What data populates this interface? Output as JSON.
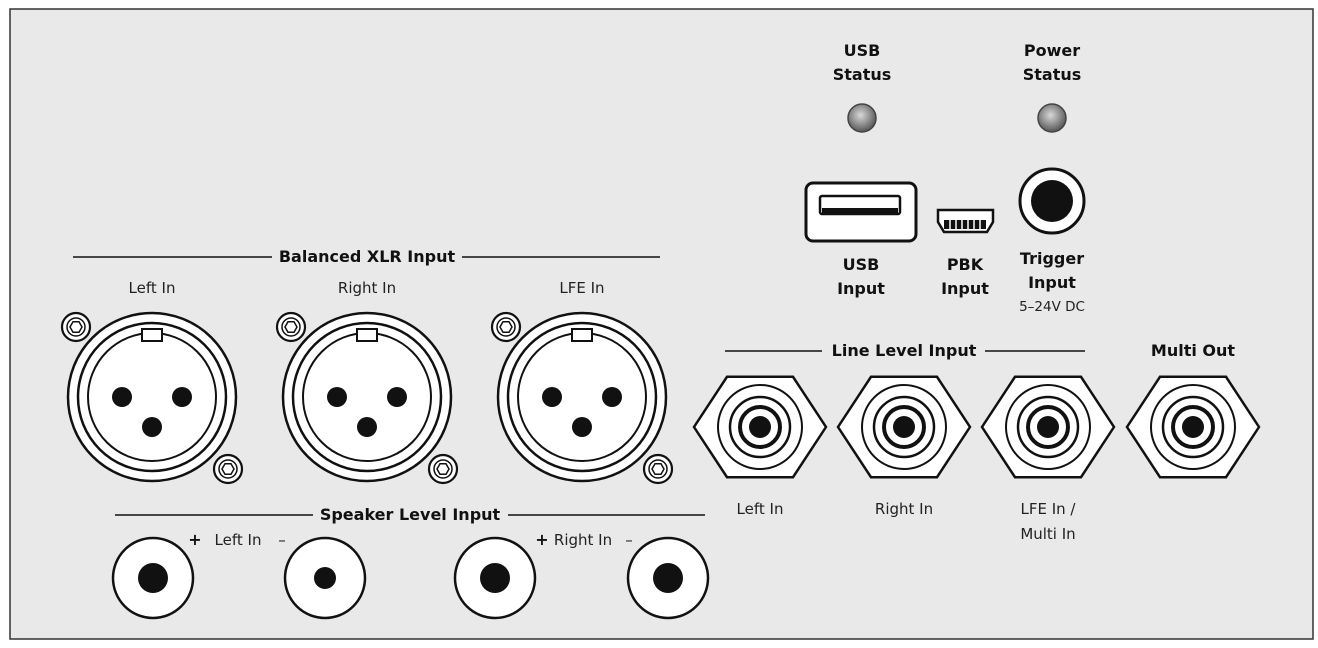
{
  "panel": {
    "background": "#e9e9ea",
    "border": "#222222"
  },
  "status_leds": {
    "usb_status": {
      "line1": "USB",
      "line2": "Status"
    },
    "power_status": {
      "line1": "Power",
      "line2": "Status"
    },
    "led_color": "#8a8a8a"
  },
  "ports_top": {
    "usb_input": {
      "line1": "USB",
      "line2": "Input"
    },
    "pbk_input": {
      "line1": "PBK",
      "line2": "Input"
    },
    "trigger_input": {
      "line1": "Trigger",
      "line2": "Input",
      "spec": "5–24V DC"
    }
  },
  "balanced_xlr": {
    "title": "Balanced XLR Input",
    "jacks": [
      {
        "label": "Left In"
      },
      {
        "label": "Right In"
      },
      {
        "label": "LFE In"
      }
    ]
  },
  "speaker_level": {
    "title": "Speaker Level Input",
    "left": {
      "plus": "+",
      "label": "Left In",
      "minus": "–"
    },
    "right": {
      "plus": "+",
      "label": "Right In",
      "minus": "–"
    }
  },
  "line_level": {
    "title": "Line Level Input",
    "jacks": [
      {
        "label": "Left In"
      },
      {
        "label": "Right In"
      },
      {
        "label_line1": "LFE In /",
        "label_line2": "Multi In"
      }
    ]
  },
  "multi_out": {
    "title": "Multi Out"
  }
}
